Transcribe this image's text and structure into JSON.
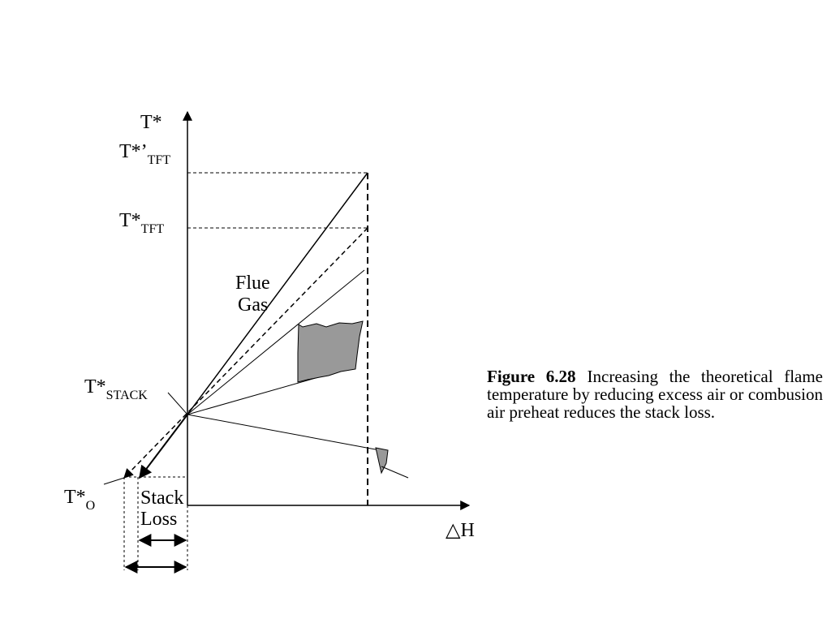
{
  "labels": {
    "t_axis": "T*",
    "t_tft_prime_main": "T*’",
    "t_tft_prime_sub": "TFT",
    "t_tft_main": "T*",
    "t_tft_sub": "TFT",
    "flue": "Flue",
    "gas": "Gas",
    "t_stack_main": "T*",
    "t_stack_sub": "STACK",
    "t_o_main": "T*",
    "t_o_sub": "O",
    "stack": "Stack",
    "loss": "Loss",
    "h_axis": "△H"
  },
  "caption": {
    "label": "Figure 6.28",
    "text": "Increasing the theoretical flame temperature by reducing excess air or combusion air preheat reduces the stack loss."
  },
  "colors": {
    "line": "#000000",
    "shade": "#999999"
  }
}
